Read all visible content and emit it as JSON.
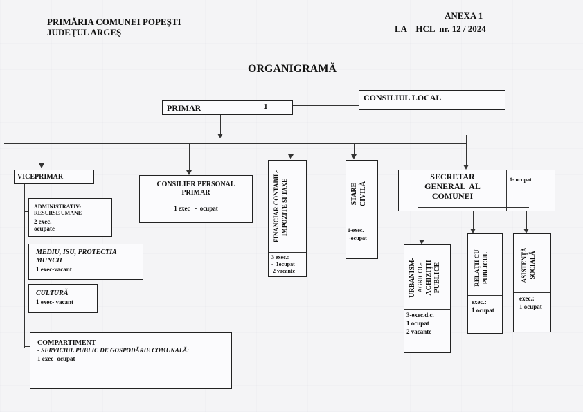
{
  "header": {
    "org_line1": "PRIMĂRIA COMUNEI POPEŞTI",
    "org_line2": "JUDEŢUL ARGEŞ",
    "annex_line1": "ANEXA  1",
    "annex_line2": "LA    HCL  nr. 12 / 2024",
    "title": "ORGANIGRAMĂ"
  },
  "primar": {
    "label": "PRIMAR",
    "count": "1"
  },
  "consiliu": {
    "label": "CONSILIUL LOCAL"
  },
  "viceprimar": {
    "label": "VICEPRIMAR"
  },
  "sub_units": [
    {
      "line1": "ADMINISTRATIV-",
      "line2": "RESURSE UMANE",
      "line3": "2 exec.",
      "line4": "ocupate"
    },
    {
      "line1": "MEDIU, ISU, PROTECTIA",
      "line2": "MUNCII",
      "line3": "1 exec-vacant"
    },
    {
      "line1": "CULTURĂ",
      "line2": "1 exec- vacant"
    },
    {
      "line1": "COMPARTIMENT",
      "line2": "- SERVICIUL PUBLIC DE GOSPODĂRIE COMUNALĂ:",
      "line3": "1 exec- ocupat"
    }
  ],
  "consilier": {
    "line1": "CONSILIER PERSONAL",
    "line2": "PRIMAR",
    "line3": "1 exec   -  ocupat"
  },
  "financiar": {
    "line1": "FINANCIAR CONTABIL-",
    "line2": "IMPOZITE SI TAXE-",
    "s1": "3 exec.:",
    "s2": "-  1ocupat",
    "s3": " 2 vacante"
  },
  "stare_civila": {
    "line1": "STARE",
    "line2": "CIVILĂ",
    "s1": "1-exec.",
    "s2": " -ocupat"
  },
  "secretar": {
    "line1": "SECRETAR",
    "line2": "GENERAL  AL",
    "line3": "COMUNEI",
    "count": "1- ocupat"
  },
  "urbanism": {
    "line1": "URBANISM-",
    "line2": "AGRICOL-",
    "line3": "ACHIZIŢII",
    "line4": "PUBLICE",
    "s1": "3-exec.d.c.",
    "s2": "1 ocupat",
    "s3": "2 vacante"
  },
  "relatii": {
    "line1": "RELAŢII CU",
    "line2": "PUBLICUL",
    "s1": "exec.:",
    "s2": "1 ocupat"
  },
  "asistenta": {
    "line1": "ASISTENŢĂ",
    "line2": "SOCIALĂ",
    "s1": "exec.:",
    "s2": "1 ocupat"
  }
}
